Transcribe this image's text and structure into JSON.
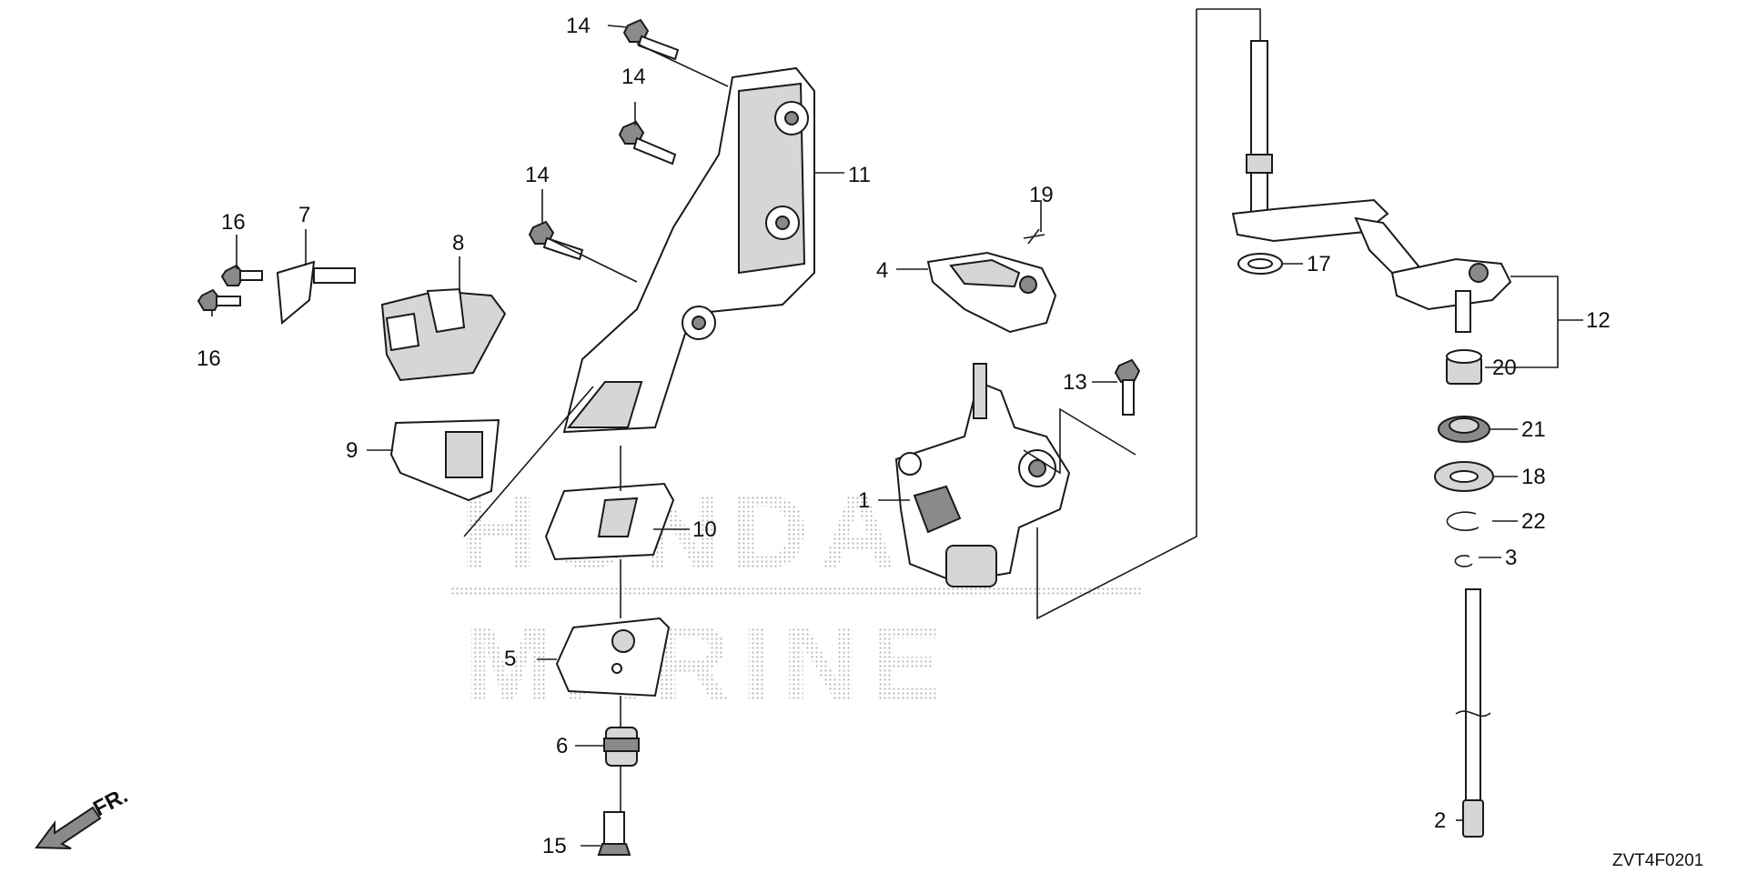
{
  "watermark": {
    "line1": "HONDA",
    "line2": "MARINE"
  },
  "direction_label": "FR.",
  "diagram_code": "ZVT4F0201",
  "callouts": {
    "c1": "1",
    "c2": "2",
    "c3": "3",
    "c4": "4",
    "c5": "5",
    "c6": "6",
    "c7": "7",
    "c8": "8",
    "c9": "9",
    "c10": "10",
    "c11": "11",
    "c12": "12",
    "c13": "13",
    "c14a": "14",
    "c14b": "14",
    "c14c": "14",
    "c15": "15",
    "c16a": "16",
    "c16b": "16",
    "c17": "17",
    "c18": "18",
    "c19": "19",
    "c20": "20",
    "c21": "21",
    "c22": "22"
  }
}
